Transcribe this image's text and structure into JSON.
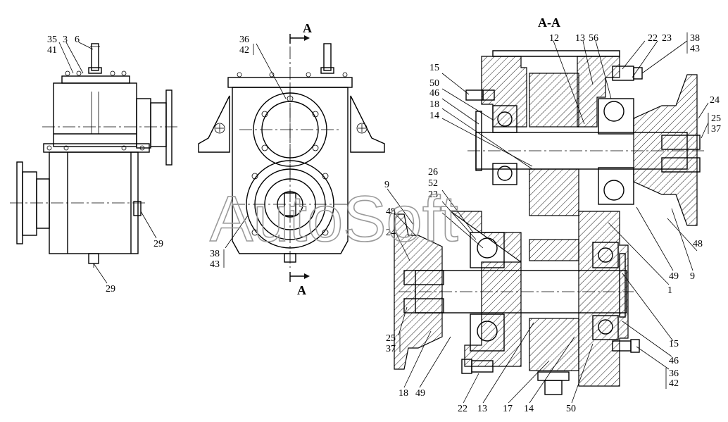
{
  "section_title": "A-A",
  "section_mark_top": "A",
  "section_mark_bottom": "A",
  "watermark": "AutoSoft",
  "labels": {
    "v1_35_41": "35\n41",
    "v1_3": "3",
    "v1_6": "6",
    "v1_29a": "29",
    "v1_29b": "29",
    "v2_36_42": "36\n42",
    "v2_38_43": "38\n43",
    "s_12": "12",
    "s_13a": "13",
    "s_56": "56",
    "s_22a": "22",
    "s_23a": "23",
    "s_38_43": "38\n43",
    "s_15a": "15",
    "s_50a": "50",
    "s_46a": "46",
    "s_18a": "18",
    "s_14a": "14",
    "s_24a": "24",
    "s_25_37a": "25\n37",
    "s_9a": "9",
    "s_26": "26",
    "s_52": "52",
    "s_23b": "23",
    "s_48a": "48",
    "s_24b": "24",
    "s_48b": "48",
    "s_49a": "49",
    "s_9b": "9",
    "s_1": "1",
    "s_25_37b": "25\n37",
    "s_15b": "15",
    "s_46b": "46",
    "s_36_42": "36\n42",
    "s_18b": "18",
    "s_49b": "49",
    "s_22b": "22",
    "s_13b": "13",
    "s_17": "17",
    "s_14b": "14",
    "s_50b": "50"
  }
}
